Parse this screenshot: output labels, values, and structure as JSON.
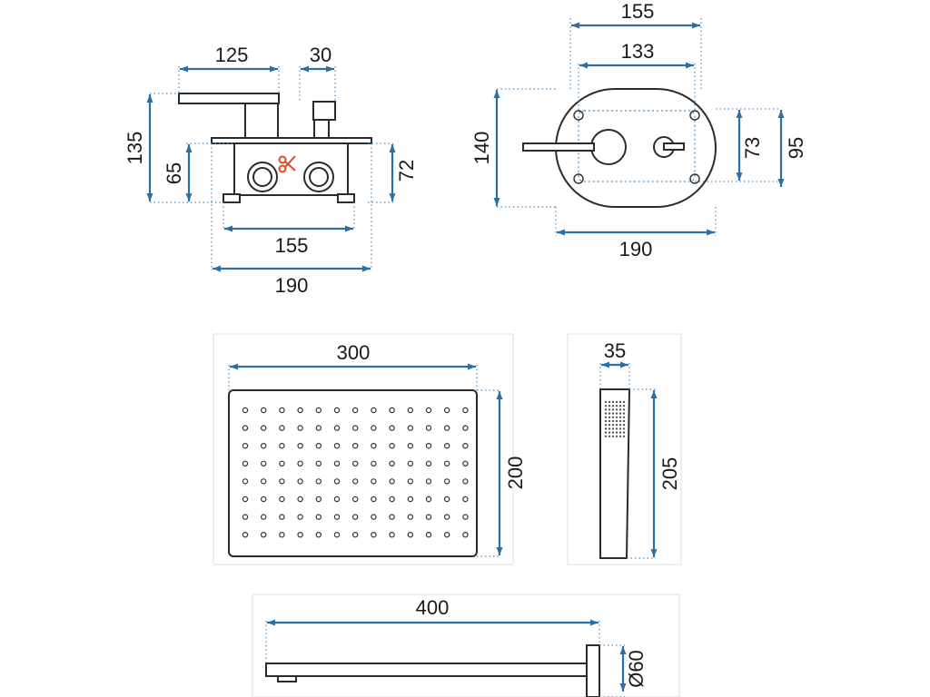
{
  "colors": {
    "dimension_arrow": "#2a6fa8",
    "extension_line": "#4a90c8",
    "outline": "#2b2b2b",
    "scissor": "#d94a2a"
  },
  "icons": {
    "cut_marker": "scissors-icon"
  },
  "mixer_side_view": {
    "dim_lever_length": "125",
    "dim_knob_length": "30",
    "dim_total_height": "135",
    "dim_box_height": "65",
    "dim_box_depth": "72",
    "dim_box_inner_width": "155",
    "dim_box_outer_width": "190"
  },
  "cover_plate_front_view": {
    "dim_outer_width": "155",
    "dim_inner_width": "133",
    "dim_height": "140",
    "dim_inner_height": "73",
    "dim_right_height": "95",
    "dim_bottom_width": "190"
  },
  "rain_shower_head": {
    "dim_width": "300",
    "dim_height": "200"
  },
  "hand_shower": {
    "dim_width": "35",
    "dim_length": "205"
  },
  "shower_arm": {
    "dim_length": "400",
    "dim_diameter": "Ø60"
  }
}
